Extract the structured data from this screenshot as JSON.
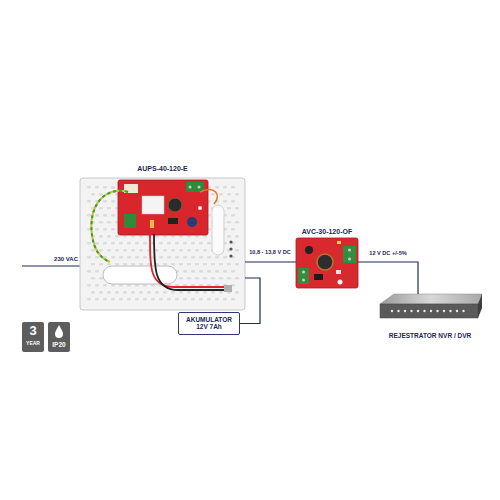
{
  "diagram": {
    "nodes": [
      {
        "text": [
          "AUPS-40-120-E"
        ]
      },
      {
        "text": [
          "AVC-30-120-OF"
        ]
      },
      {
        "text": [
          "REJESTRATOR NVR / DVR"
        ]
      },
      {
        "text": [
          "3",
          "YEAR"
        ]
      },
      {
        "text": [
          "IP20"
        ]
      },
      {
        "text": [
          "AKUMULATOR 12V 7Ah"
        ]
      }
    ],
    "edges": [
      {
        "from": 0,
        "to": 1,
        "label": "10,8 - 13,8 V DC",
        "arrow": "none"
      },
      {
        "from": 1,
        "to": 2,
        "label": "12 V DC +/-5%",
        "arrow": "none"
      },
      {
        "from": 5,
        "to": 0,
        "arrow": "none"
      }
    ],
    "labels": [
      "230 VAC"
    ]
  }
}
